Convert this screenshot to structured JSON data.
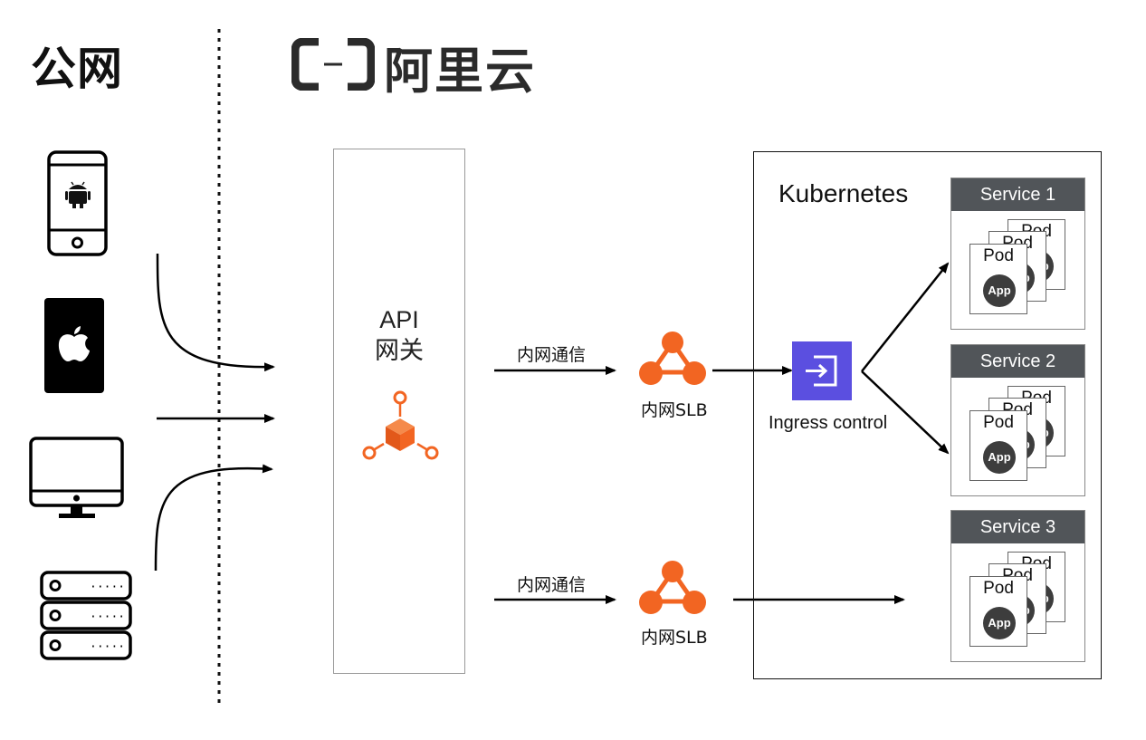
{
  "public_net": {
    "title": "公网"
  },
  "brand": {
    "name": "阿里云",
    "logo_icon": "aliyun-bracket-logo-icon"
  },
  "clients": [
    {
      "icon": "android-phone-icon"
    },
    {
      "icon": "ios-device-icon"
    },
    {
      "icon": "desktop-monitor-icon"
    },
    {
      "icon": "server-rack-icon"
    }
  ],
  "gateway": {
    "line1": "API",
    "line2": "网关",
    "icon": "api-gateway-icon"
  },
  "routes": [
    {
      "edge_label": "内网通信",
      "slb_label": "内网SLB",
      "slb_icon": "slb-icon"
    },
    {
      "edge_label": "内网通信",
      "slb_label": "内网SLB",
      "slb_icon": "slb-icon"
    }
  ],
  "ingress": {
    "label": "Ingress control",
    "icon": "ingress-icon"
  },
  "kubernetes": {
    "title": "Kubernetes",
    "services": [
      {
        "name": "Service 1",
        "pods": [
          "Pod",
          "Pod",
          "Pod"
        ],
        "app": "App"
      },
      {
        "name": "Service 2",
        "pods": [
          "Pod",
          "Pod",
          "Pod"
        ],
        "app": "App"
      },
      {
        "name": "Service 3",
        "pods": [
          "Pod",
          "Pod",
          "Pod"
        ],
        "app": "App"
      }
    ]
  },
  "colors": {
    "accent_orange": "#f26522",
    "ingress_purple": "#5b4fe0",
    "service_header": "#515559",
    "app_circle": "#3d3d3d"
  }
}
